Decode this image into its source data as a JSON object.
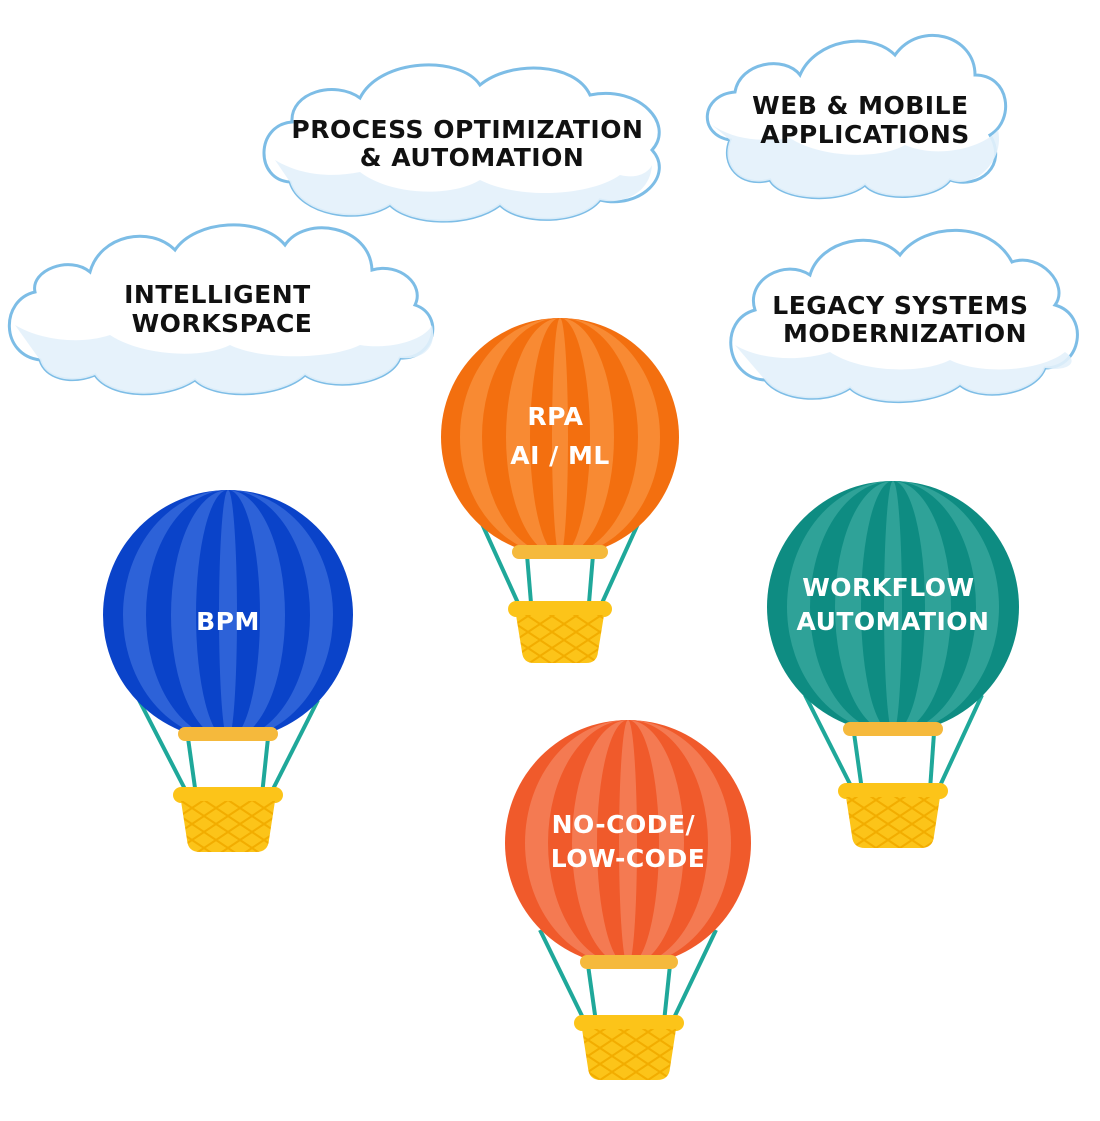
{
  "colors": {
    "cloud_outline": "#7dbde6",
    "cloud_fill": "#ffffff",
    "cloud_shade": "#e3f1fb",
    "rope": "#1fa89a",
    "band": "#f5b93c",
    "basket": "#fcc419",
    "basket_dark": "#f2ad00"
  },
  "clouds": [
    {
      "id": "process",
      "lines": [
        "PROCESS OPTIMIZATION",
        "& AUTOMATION"
      ]
    },
    {
      "id": "web",
      "lines": [
        "WEB & MOBILE",
        "APPLICATIONS"
      ]
    },
    {
      "id": "intelligent",
      "lines": [
        "INTELLIGENT",
        "WORKSPACE"
      ]
    },
    {
      "id": "legacy",
      "lines": [
        "LEGACY SYSTEMS",
        "MODERNIZATION"
      ]
    }
  ],
  "balloons": [
    {
      "id": "rpa",
      "lines": [
        "RPA",
        "AI / ML"
      ],
      "color": "#f36f0f",
      "stripe": "#f88a33",
      "icon": "hot-air-balloon"
    },
    {
      "id": "bpm",
      "lines": [
        "BPM"
      ],
      "color": "#0a43c9",
      "stripe": "#2d62d8",
      "icon": "hot-air-balloon"
    },
    {
      "id": "workflow",
      "lines": [
        "WORKFLOW",
        "AUTOMATION"
      ],
      "color": "#0e8c82",
      "stripe": "#2fa298",
      "icon": "hot-air-balloon"
    },
    {
      "id": "nocode",
      "lines": [
        "NO-CODE/",
        "LOW-CODE"
      ],
      "color": "#f05a2b",
      "stripe": "#f47a52",
      "icon": "hot-air-balloon"
    }
  ]
}
